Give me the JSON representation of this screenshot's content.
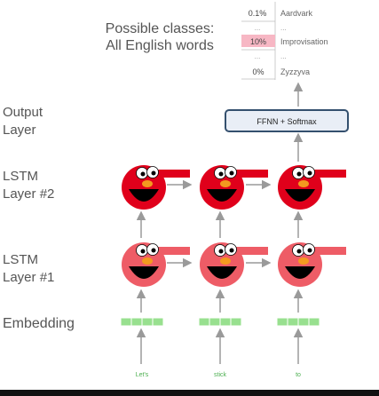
{
  "classes_caption": {
    "line1": "Possible classes:",
    "line2": "All English words"
  },
  "distribution": [
    {
      "prob": "0.1%",
      "word": "Aardvark",
      "highlight": false
    },
    {
      "prob": "10%",
      "word": "Improvisation",
      "highlight": true
    },
    {
      "prob": "0%",
      "word": "Zyzzyva",
      "highlight": false
    }
  ],
  "ellipsis": "...",
  "layer_labels": {
    "output": [
      "Output",
      "Layer"
    ],
    "lstm2": [
      "LSTM",
      "Layer #2"
    ],
    "lstm1": [
      "LSTM",
      "Layer #1"
    ],
    "embedding": [
      "Embedding"
    ]
  },
  "ffnn_label": "FFNN + Softmax",
  "input_words": [
    "Let's",
    "stick",
    "to"
  ],
  "colors": {
    "embedding_green": "#98e08f",
    "word_green": "#4caf50",
    "highlight_pink": "#f7b7c4",
    "elmo_red_dark": "#e0001b",
    "elmo_red_light": "#ee5c66",
    "ffnn_border": "#34506e",
    "ffnn_fill": "#e9eef6",
    "arrow_gray": "#9a9a9a"
  },
  "icons": {
    "lstm_cell": "elmo-head-icon"
  }
}
